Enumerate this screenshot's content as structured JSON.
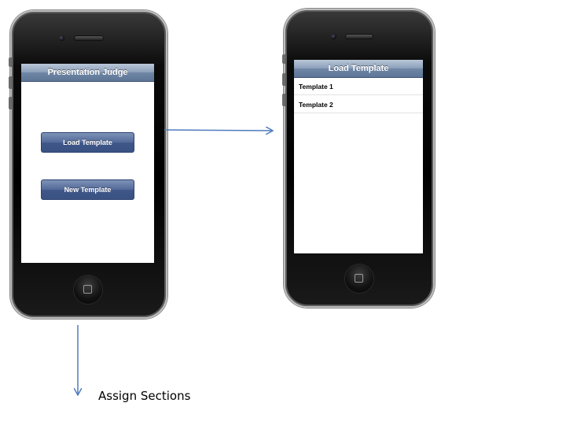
{
  "left_phone": {
    "nav_title": "Presentation Judge",
    "load_button_label": "Load Template",
    "new_button_label": "New Template"
  },
  "right_phone": {
    "nav_title": "Load Template",
    "rows": [
      {
        "label": "Template 1"
      },
      {
        "label": "Template 2"
      }
    ]
  },
  "annotation": {
    "label": "Assign Sections"
  },
  "colors": {
    "nav_bar": "#7d92b0",
    "button": "#4a6193",
    "arrow": "#4f7bbd"
  },
  "icons": {
    "home_button": "home-square-icon",
    "camera": "camera-icon",
    "speaker": "speaker-icon"
  }
}
